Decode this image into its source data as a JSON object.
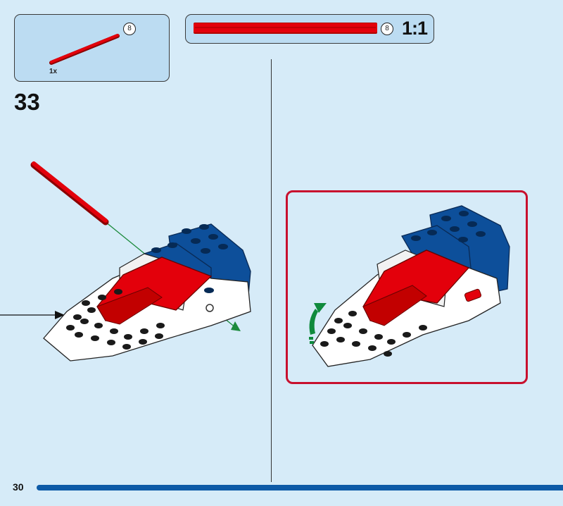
{
  "parts_list": {
    "quantity": "1x",
    "part_length": "8"
  },
  "scale_reference": {
    "length_badge": "8",
    "scale": "1:1"
  },
  "step": {
    "number": "33"
  },
  "page": {
    "number": "30",
    "progress": 1.0
  },
  "colors": {
    "background": "#d6ebf8",
    "box_fill": "#bcdcf2",
    "brick_red": "#e3000b",
    "brick_blue": "#0d4f9a",
    "brick_white": "#ffffff",
    "callout_border": "#c8102e",
    "progress_bar": "#0d5aa7",
    "rotate_arrow": "#0f8a3c"
  }
}
